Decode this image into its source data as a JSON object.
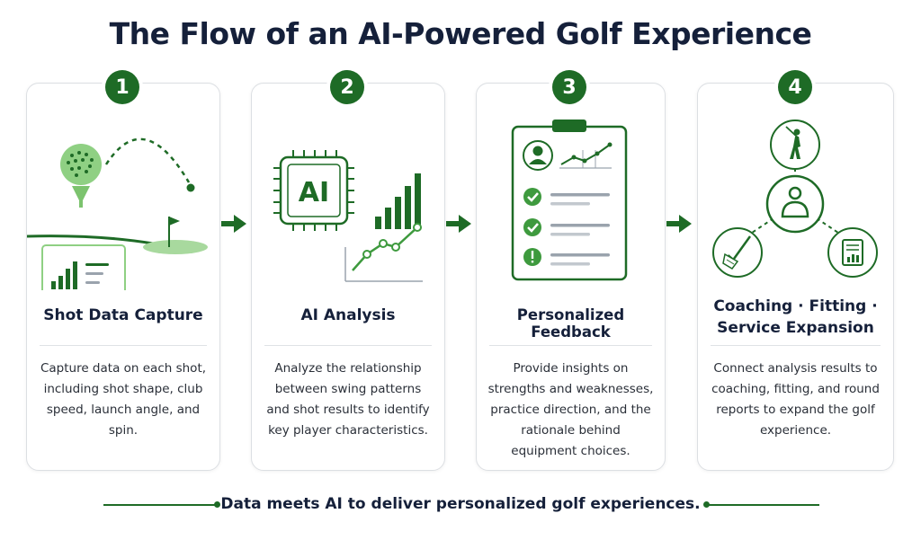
{
  "title": "The Flow of an AI-Powered Golf Experience",
  "colors": {
    "primary_green": "#1e6b26",
    "light_green": "#7cc36e",
    "card_border": "#dcdfe3"
  },
  "steps": [
    {
      "number": "1",
      "title": "Shot Data Capture",
      "description": "Capture data on each shot, including shot shape, club speed, launch angle, and spin.",
      "icons": [
        "golf-ball-on-tee-icon",
        "ball-flight-path-icon",
        "flag-green-icon",
        "stats-card-icon"
      ]
    },
    {
      "number": "2",
      "title": "AI Analysis",
      "chip_label": "AI",
      "description": "Analyze the relationship between swing patterns and shot results to identify key player characteristics.",
      "icons": [
        "ai-chip-icon",
        "bar-chart-icon",
        "line-chart-icon"
      ]
    },
    {
      "number": "3",
      "title": "Personalized Feedback",
      "description": "Provide insights on strengths and weaknesses, practice direction, and the rationale behind equipment choices.",
      "icons": [
        "clipboard-icon",
        "user-avatar-icon",
        "check-icon",
        "alert-icon"
      ]
    },
    {
      "number": "4",
      "title_line1": "Coaching · Fitting ·",
      "title_line2": "Service Expansion",
      "description": "Connect analysis results to coaching, fitting, and round reports to expand the golf experience.",
      "icons": [
        "golfer-icon",
        "coach-icon",
        "club-fitting-icon",
        "report-icon"
      ]
    }
  ],
  "footer": "Data meets AI to deliver personalized golf experiences."
}
